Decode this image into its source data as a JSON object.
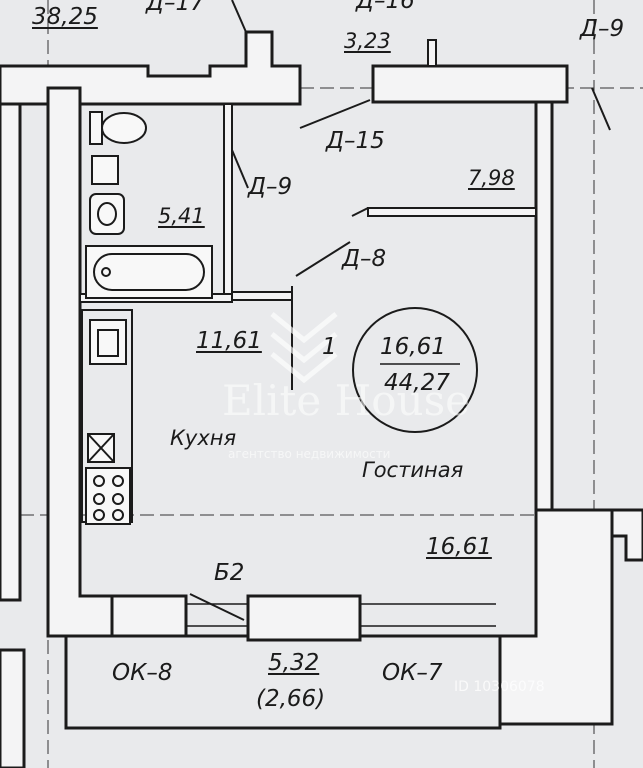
{
  "plan": {
    "labels": {
      "area_neighbor_left": "38,25",
      "door_d17": "Д–17",
      "door_d16": "Д–16",
      "area_top_small": "3,23",
      "door_d9_right": "Д–9",
      "door_d15": "Д–15",
      "door_d9": "Д–9",
      "area_corridor": "7,98",
      "area_bathroom": "5,41",
      "door_d8": "Д–8",
      "area_kitchen": "11,61",
      "apartment_number": "1",
      "living_area": "16,61",
      "total_area": "44,27",
      "room_kitchen": "Кухня",
      "room_living": "Гостиная",
      "area_living": "16,61",
      "balcony_code": "Б2",
      "window_ok8": "ОК–8",
      "window_ok7": "ОК–7",
      "balcony_area": "5,32",
      "balcony_area_reduced": "(2,66)"
    },
    "watermark": {
      "brand": "Elite House",
      "tagline": "агентство недвижимости",
      "id_text": "ID 10306078"
    },
    "colors": {
      "background": "#e9eaec",
      "wall_fill": "#f4f4f5",
      "line": "#1b1b1b"
    }
  }
}
